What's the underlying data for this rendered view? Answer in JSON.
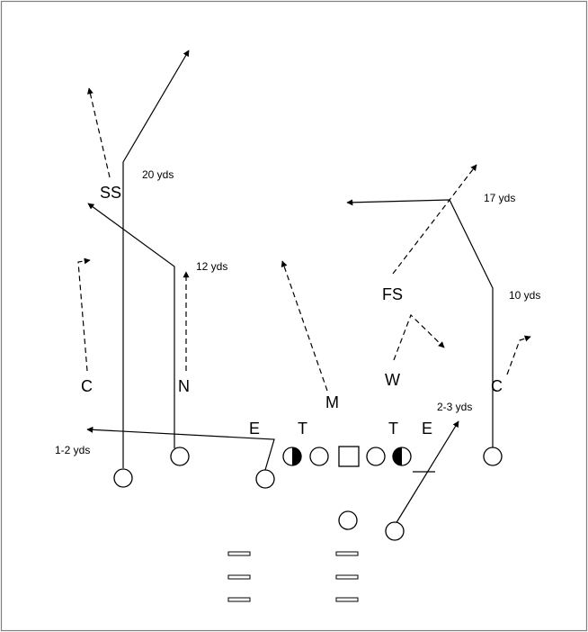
{
  "defense_labels": {
    "ss": "SS",
    "fs": "FS",
    "c_left": "C",
    "n": "N",
    "m": "M",
    "w": "W",
    "c_right": "C",
    "e_left": "E",
    "t_left": "T",
    "t_right": "T",
    "e_right": "E"
  },
  "distance_labels": {
    "go_route": "20 yds",
    "post_route": "17 yds",
    "corner_route": "12 yds",
    "out_route": "10 yds",
    "flat_route": "1-2 yds",
    "rb_route": "2-3 yds"
  },
  "colors": {
    "ink": "#000000",
    "paper": "#ffffff",
    "border": "#7f7f7f"
  }
}
